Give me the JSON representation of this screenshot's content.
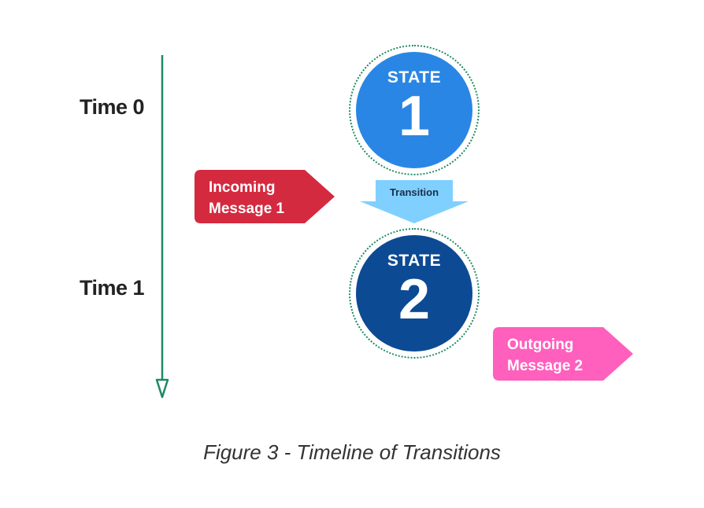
{
  "timeline": {
    "labels": [
      "Time 0",
      "Time 1"
    ],
    "color": "#1f8a62"
  },
  "states": [
    {
      "label": "STATE",
      "number": "1",
      "color": "#2a86e4"
    },
    {
      "label": "STATE",
      "number": "2",
      "color": "#0d4a94"
    }
  ],
  "transition": {
    "label": "Transition",
    "color": "#7fd0ff"
  },
  "messages": {
    "incoming": {
      "line1": "Incoming",
      "line2": "Message 1",
      "color": "#d42a3f"
    },
    "outgoing": {
      "line1": "Outgoing",
      "line2": "Message 2",
      "color": "#ff5fbd"
    }
  },
  "caption": "Figure 3 - Timeline of Transitions"
}
